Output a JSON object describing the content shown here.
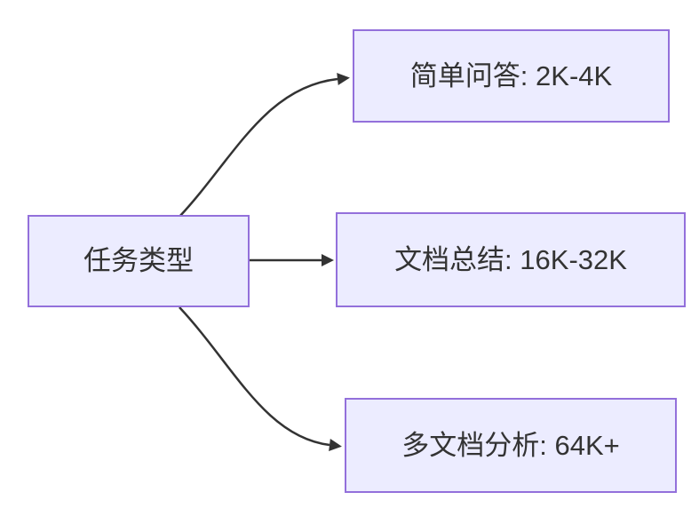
{
  "diagram": {
    "type": "flowchart",
    "direction": "left-to-right",
    "source_node": {
      "label": "任务类型"
    },
    "target_nodes": [
      {
        "label": "简单问答: 2K-4K"
      },
      {
        "label": "文档总结: 16K-32K"
      },
      {
        "label": "多文档分析: 64K+"
      }
    ],
    "style": {
      "node_fill": "#ECECFF",
      "node_border": "#9370DB",
      "edge_color": "#333333",
      "text_color": "#333333",
      "background": "#FFFFFF"
    }
  }
}
